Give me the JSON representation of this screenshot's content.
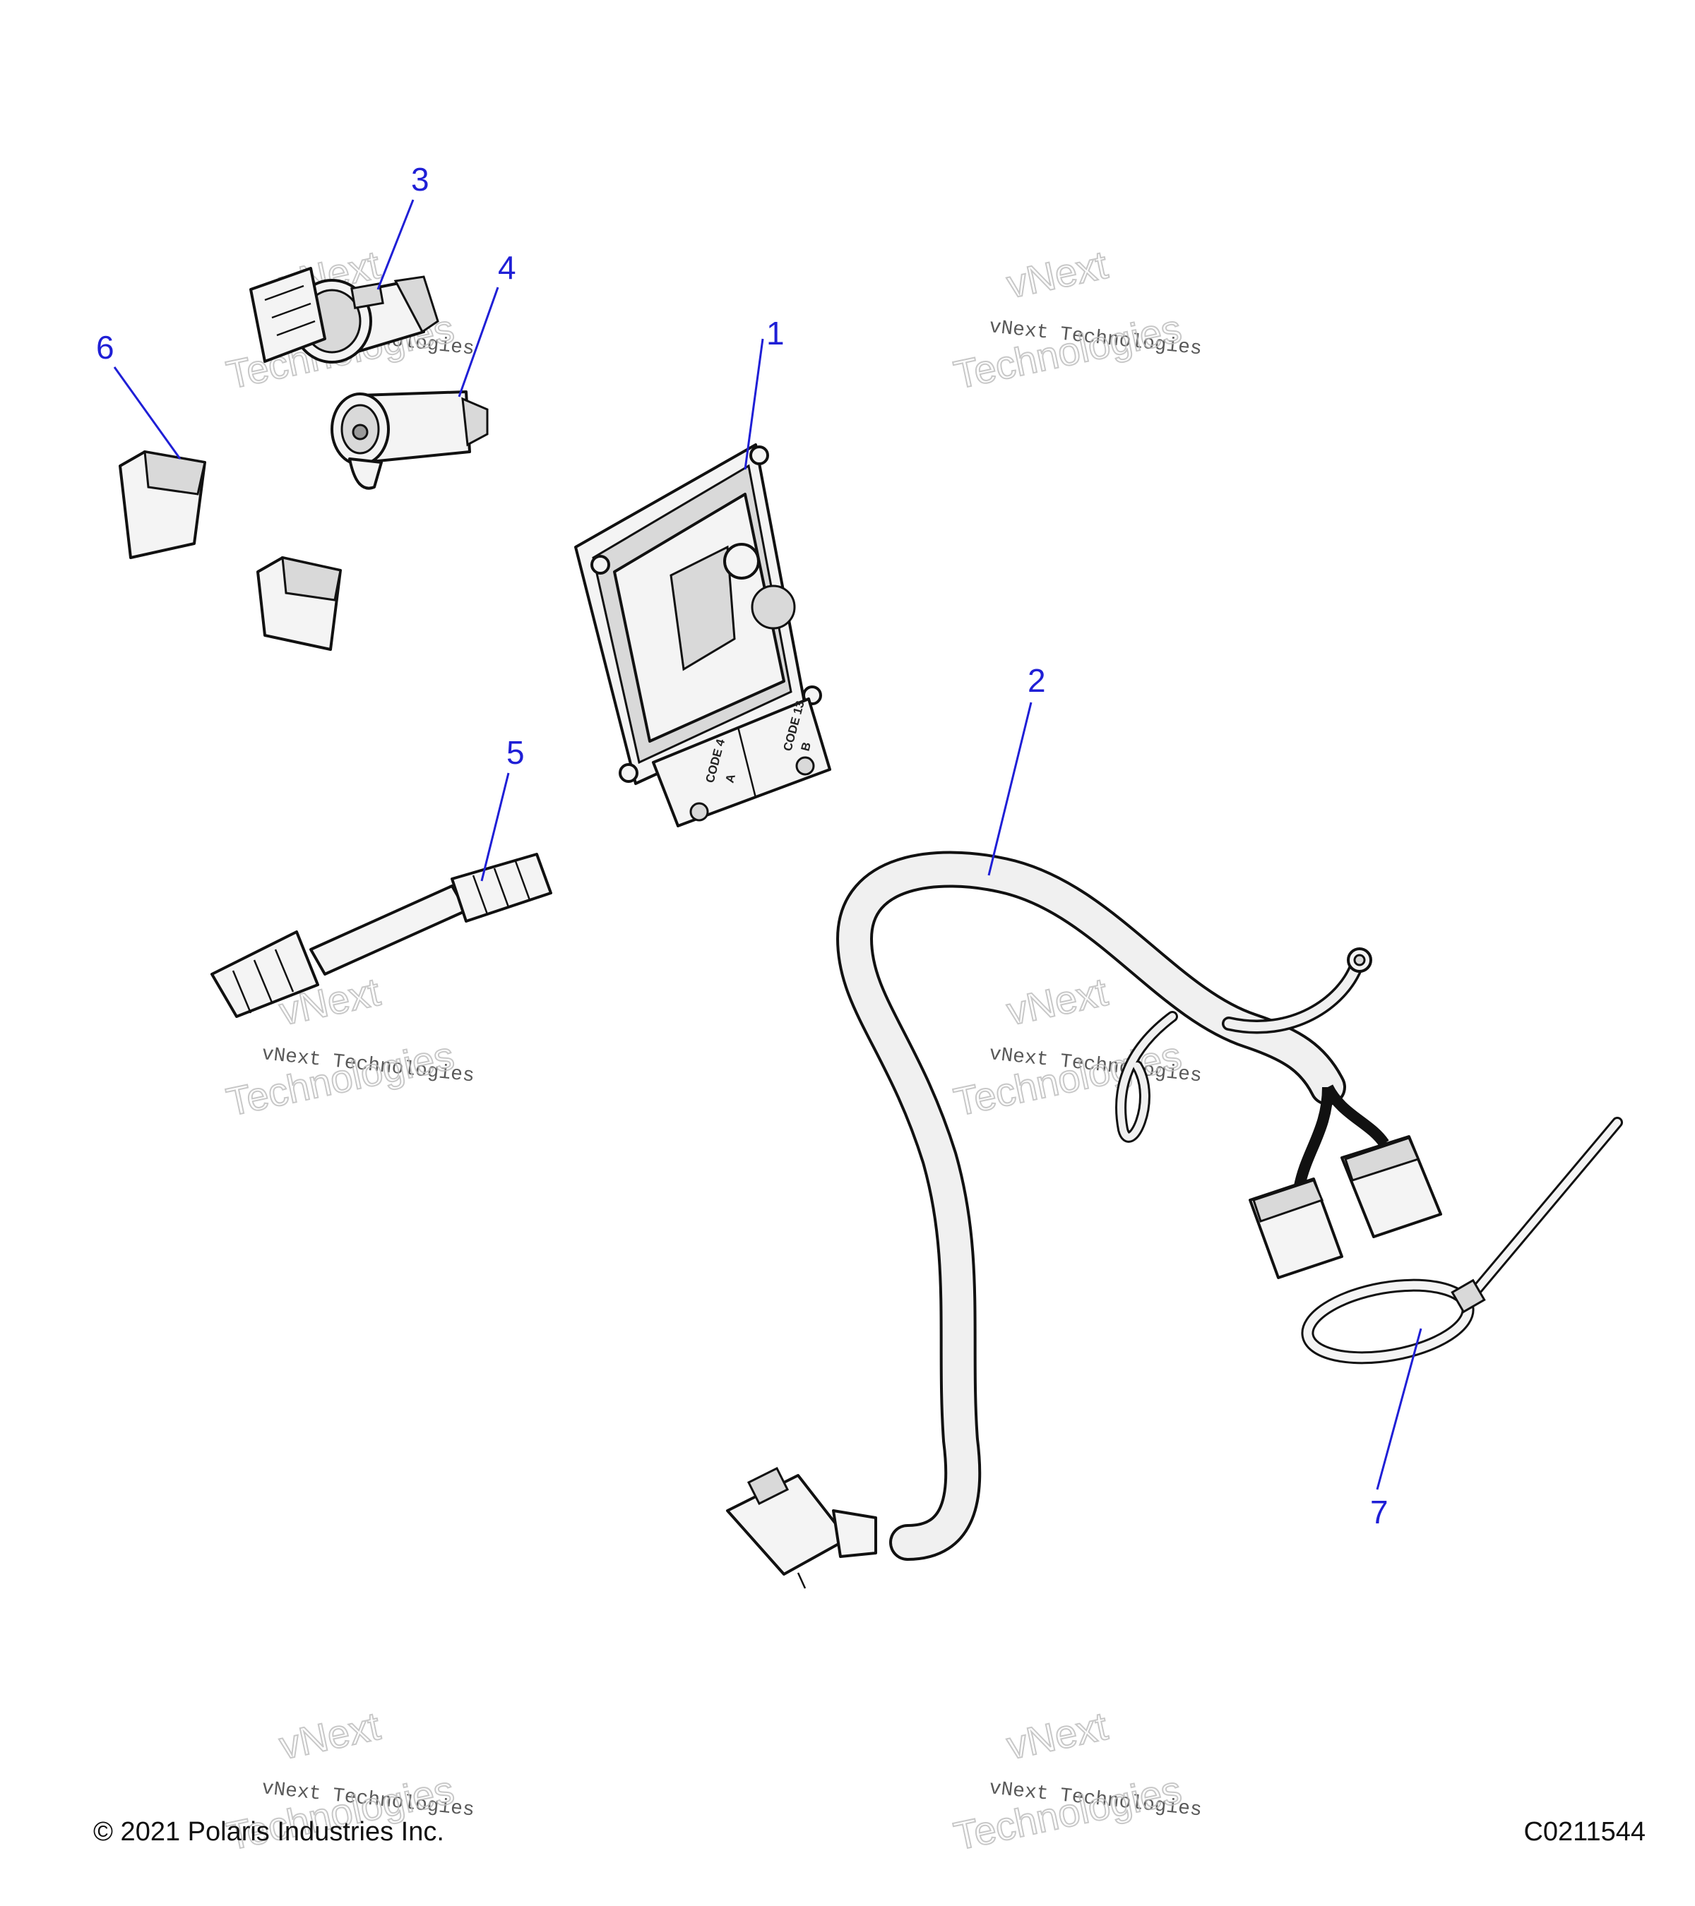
{
  "callouts": [
    {
      "num": "1",
      "part": "ecu-module"
    },
    {
      "num": "2",
      "part": "wire-harness"
    },
    {
      "num": "3",
      "part": "ignition-switch"
    },
    {
      "num": "4",
      "part": "power-outlet"
    },
    {
      "num": "5",
      "part": "adapter-harness"
    },
    {
      "num": "6",
      "part": "rocker-switch"
    },
    {
      "num": "7",
      "part": "cable-tie"
    }
  ],
  "ecu_labels": {
    "code_a": "CODE 4",
    "code_a_sub": "A",
    "code_b": "CODE 13",
    "code_b_sub": "B"
  },
  "watermark": {
    "line1": "vNext Technologies",
    "line2_a": "vNext",
    "line2_b": "Technologies"
  },
  "footer": {
    "copyright": "© 2021 Polaris Industries Inc.",
    "drawing_id": "C0211544"
  }
}
